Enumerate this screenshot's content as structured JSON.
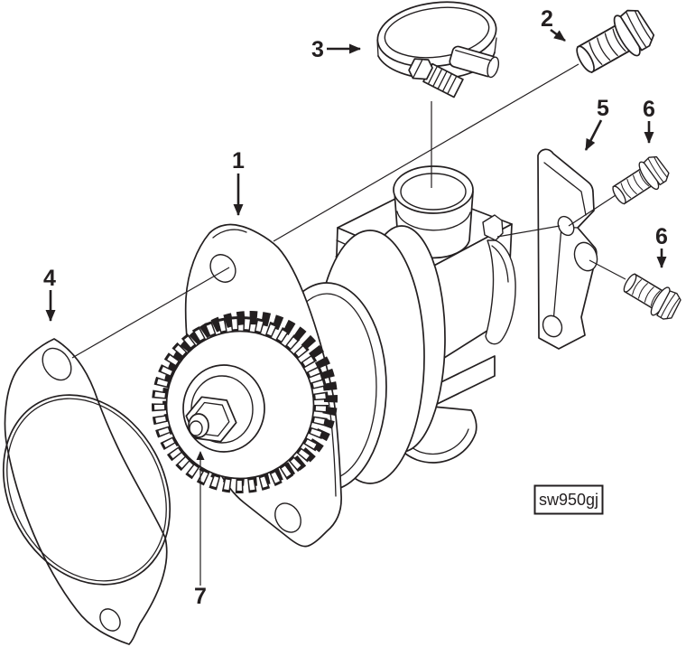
{
  "figure": {
    "code_label": "sw950gj",
    "colors": {
      "background": "#ffffff",
      "line": "#231f20"
    },
    "callouts": {
      "n1": "1",
      "n2": "2",
      "n3": "3",
      "n4": "4",
      "n5": "5",
      "n6_upper": "6",
      "n6_lower": "6",
      "n7": "7"
    }
  }
}
